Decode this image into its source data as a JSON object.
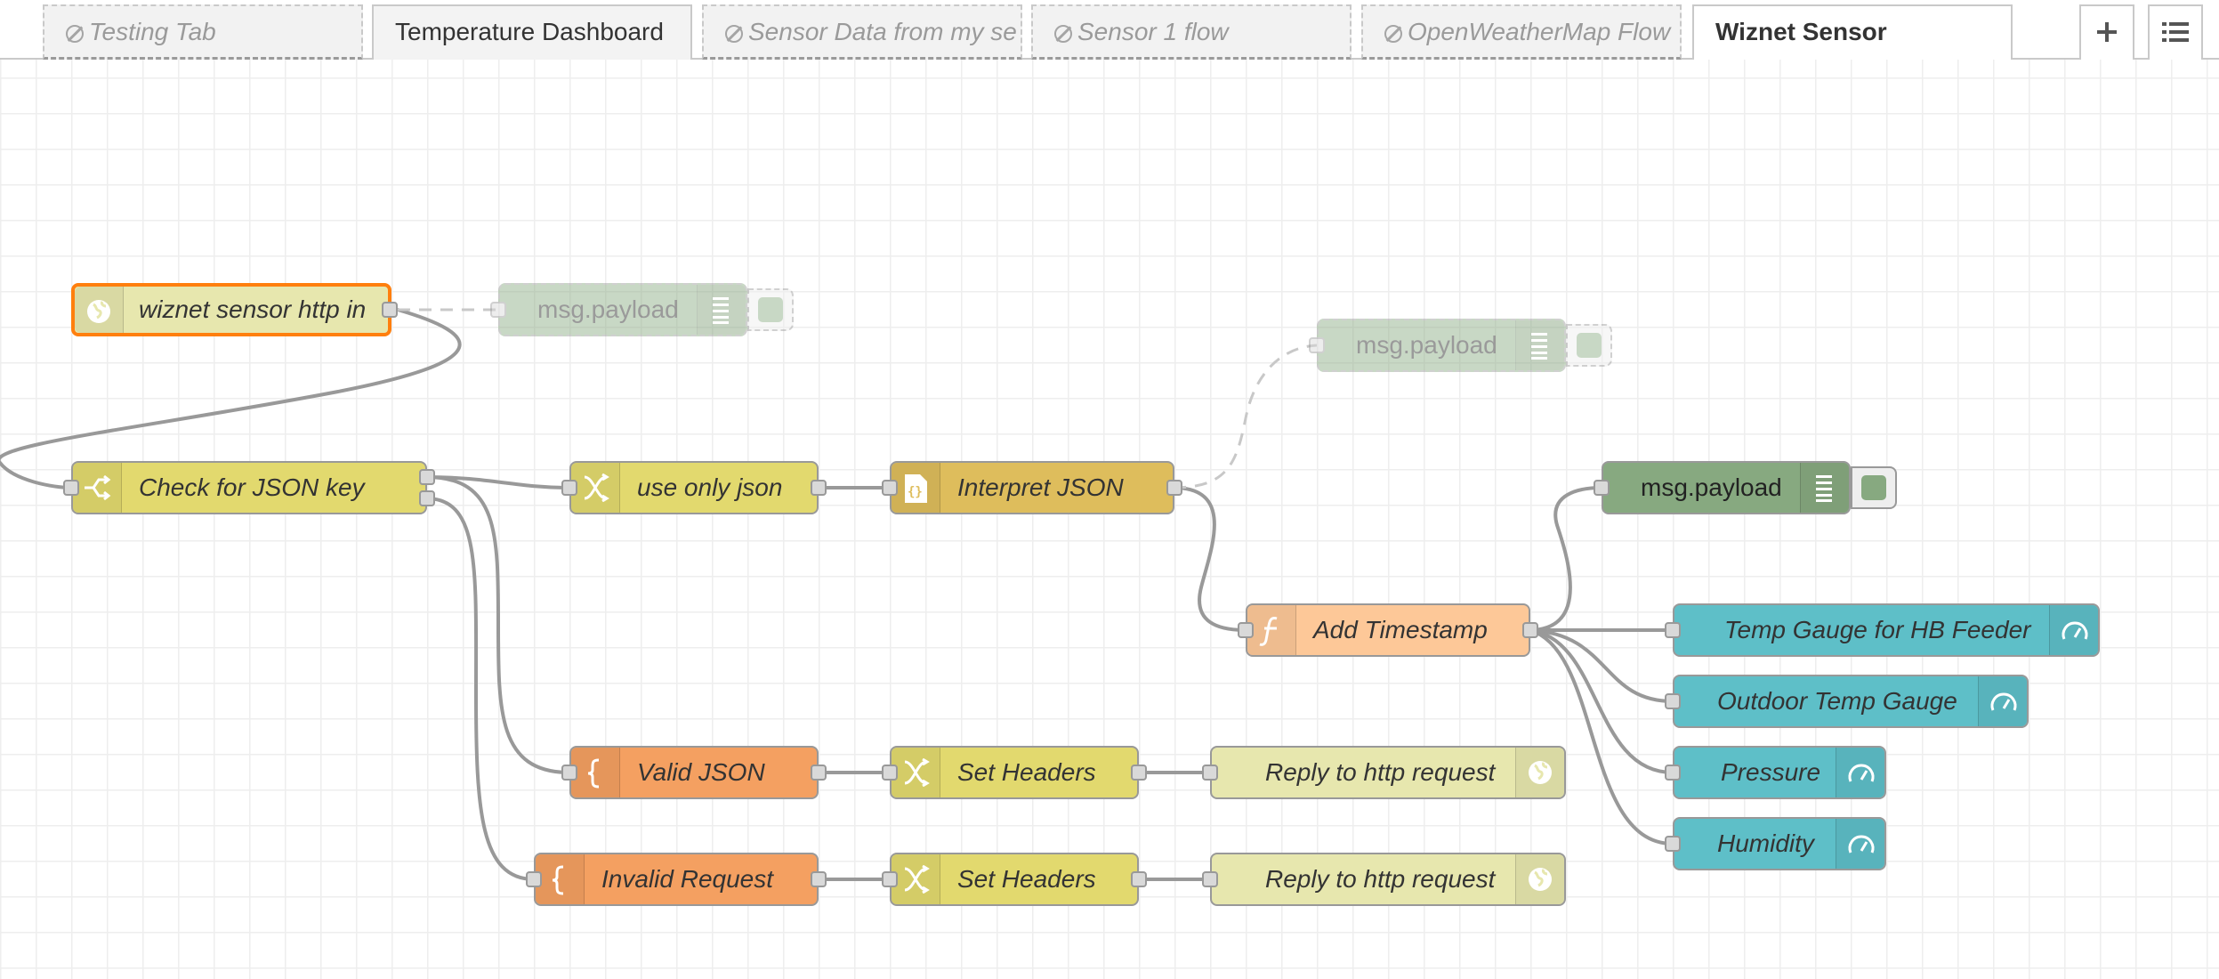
{
  "tabs": [
    {
      "label": "Testing Tab",
      "state": "disabled"
    },
    {
      "label": "Temperature Dashboard",
      "state": "normal"
    },
    {
      "label": "Sensor Data from my se",
      "state": "disabled"
    },
    {
      "label": "Sensor 1 flow",
      "state": "disabled"
    },
    {
      "label": "OpenWeatherMap Flow",
      "state": "disabled"
    },
    {
      "label": "Wiznet Sensor",
      "state": "active"
    }
  ],
  "toolbar": {
    "add_icon": "plus-icon",
    "menu_icon": "list-icon"
  },
  "nodes": {
    "http_in": "wiznet sensor http in",
    "debug_top": "msg.payload",
    "debug_mid": "msg.payload",
    "check_json": "Check for JSON key",
    "use_only_json": "use only json",
    "interpret_json": "Interpret JSON",
    "debug_active": "msg.payload",
    "add_timestamp": "Add Timestamp",
    "temp_gauge_hb": "Temp Gauge for HB Feeder",
    "outdoor_gauge": "Outdoor Temp Gauge",
    "pressure": "Pressure",
    "humidity": "Humidity",
    "valid_json": "Valid JSON",
    "set_headers_1": "Set Headers",
    "reply_1": "Reply to http request",
    "invalid_request": "Invalid Request",
    "set_headers_2": "Set Headers",
    "reply_2": "Reply to http request"
  },
  "colors": {
    "http": "#e7e7ae",
    "switch": "#e2d96e",
    "change": "#e2d96e",
    "json": "#debd5c",
    "function": "#fdc898",
    "template": "#f4a061",
    "debug": "#87a980",
    "dashboard": "#5ebfc8",
    "selected_border": "#ff7f0e"
  }
}
